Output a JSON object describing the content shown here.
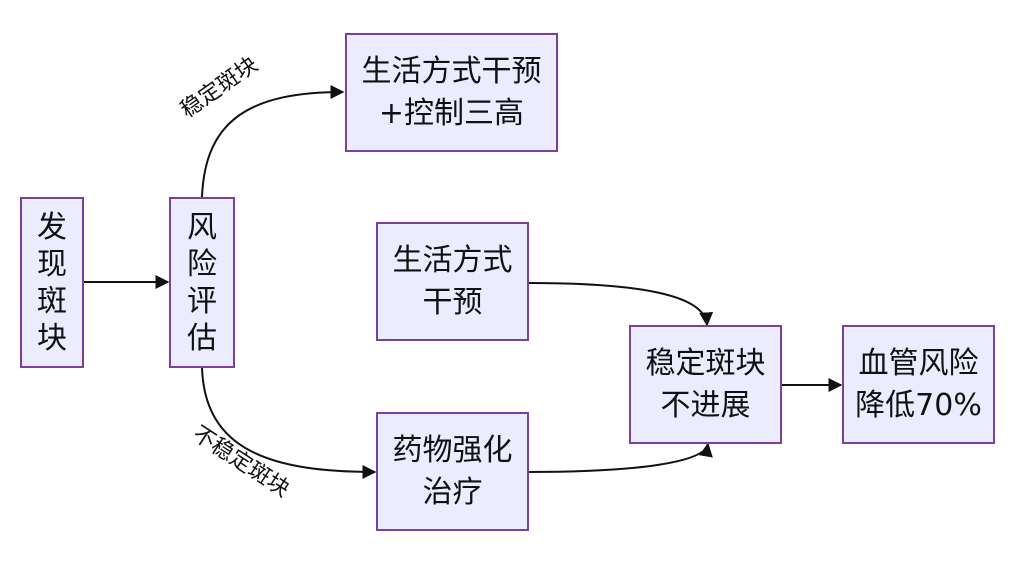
{
  "nodes": {
    "discover": {
      "chars": [
        "发",
        "现",
        "斑",
        "块"
      ]
    },
    "assess": {
      "chars": [
        "风",
        "险",
        "评",
        "估"
      ]
    },
    "lifestyle_control": {
      "line1": "生活方式干预",
      "line2": "+控制三高"
    },
    "lifestyle": {
      "line1": "生活方式",
      "line2": "干预"
    },
    "drug": {
      "line1": "药物强化",
      "line2": "治疗"
    },
    "stable": {
      "line1": "稳定斑块",
      "line2": "不进展"
    },
    "risk": {
      "line1": "血管风险",
      "line2": "降低70%"
    }
  },
  "edges": {
    "stable_label": "稳定斑块",
    "unstable_label": "不稳定斑块"
  },
  "colors": {
    "node_fill": "#ECECFF",
    "node_border": "#7B3F9E",
    "edge": "#111111"
  }
}
